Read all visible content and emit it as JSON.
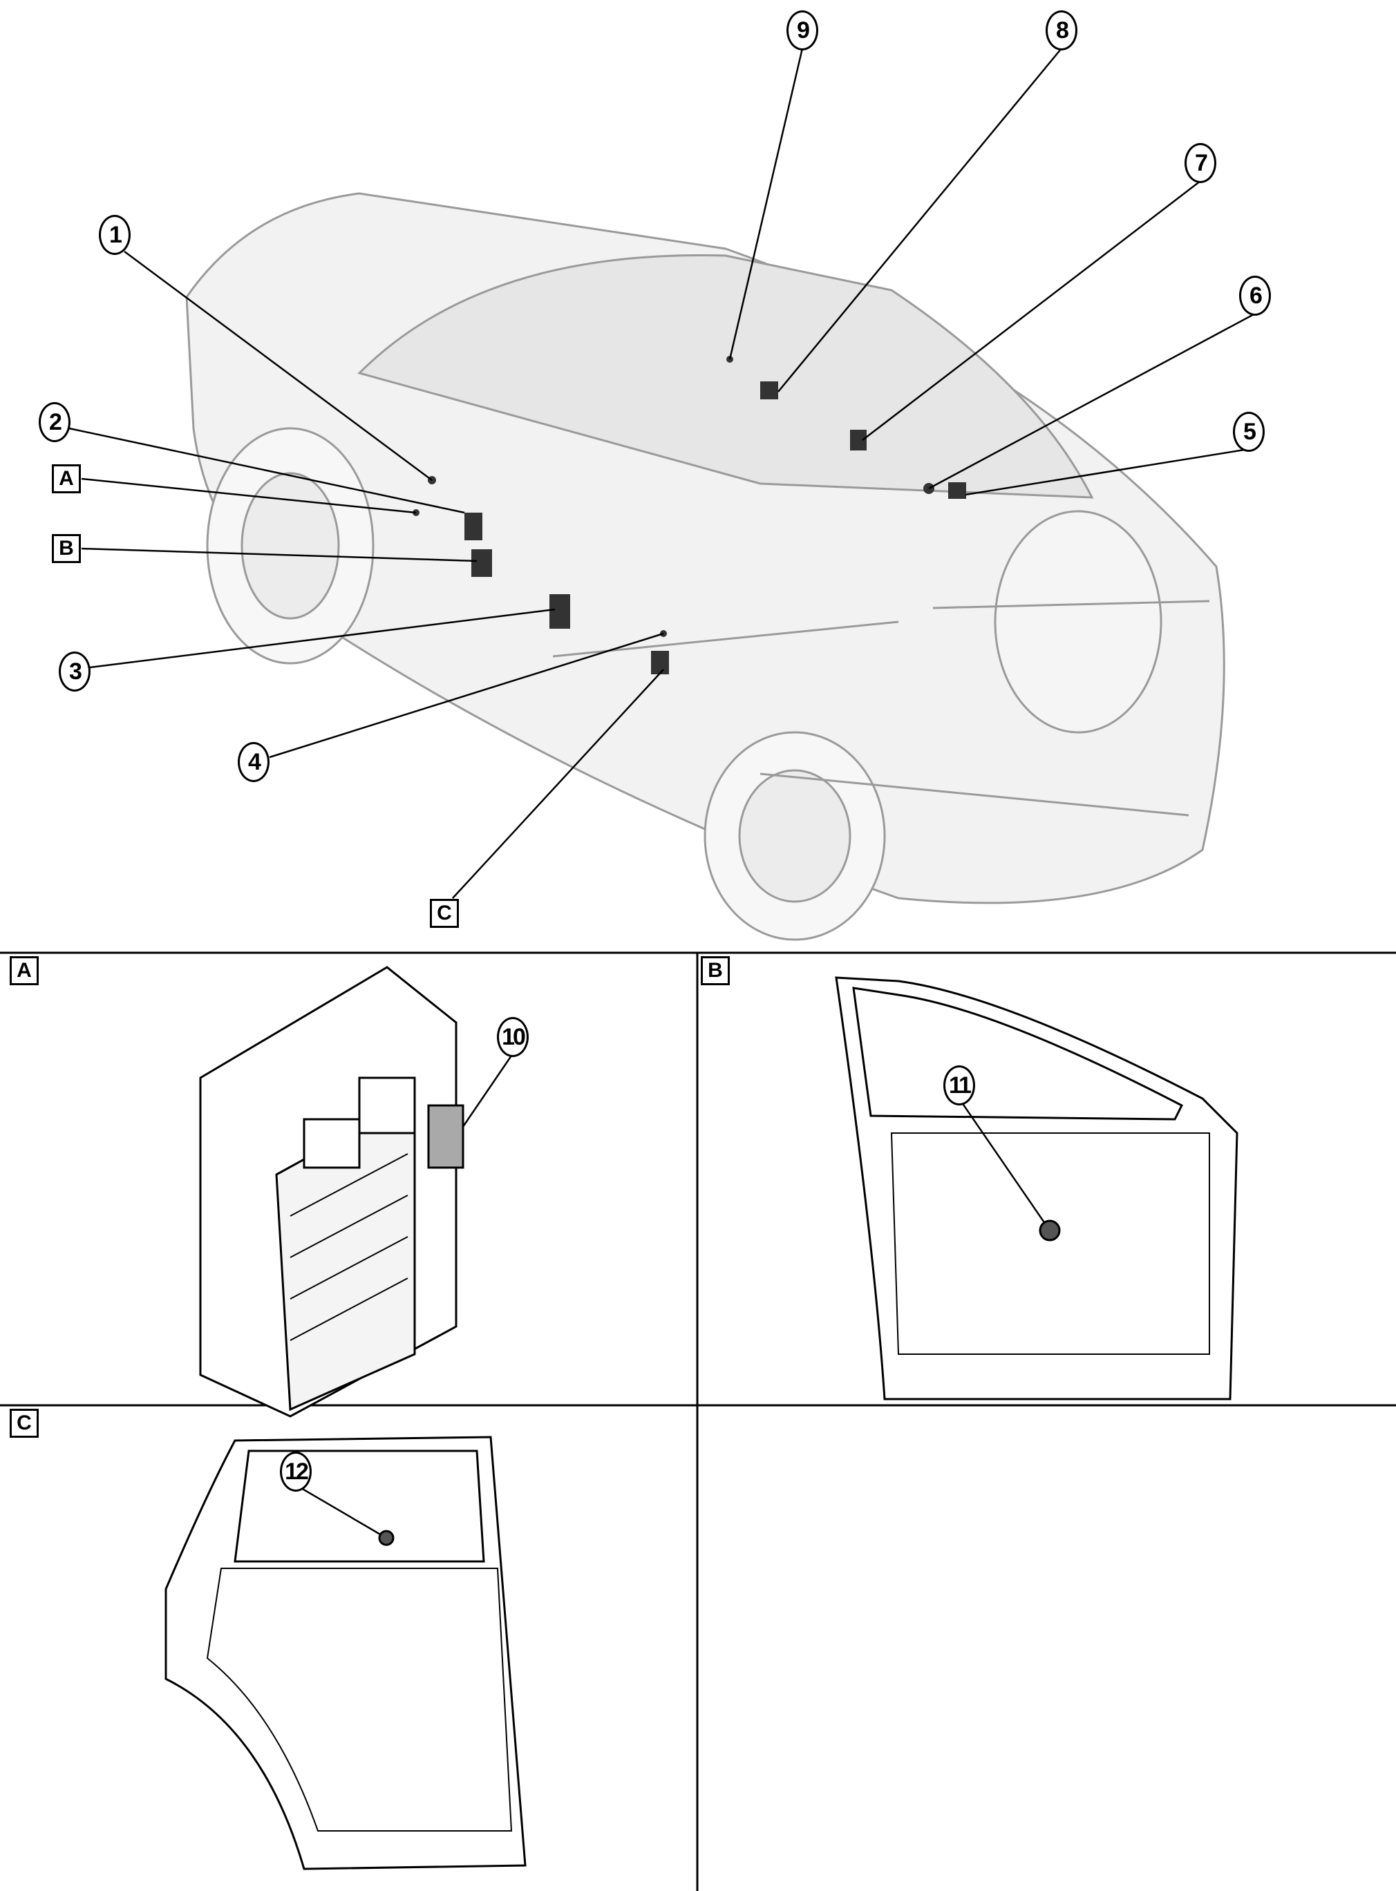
{
  "overview_callouts": [
    "1",
    "2",
    "3",
    "4",
    "5",
    "6",
    "7",
    "8",
    "9"
  ],
  "view_labels": {
    "a": "A",
    "b": "B",
    "c": "C"
  },
  "detail_callouts": {
    "a": "10",
    "b": "11",
    "c": "12"
  },
  "colors": {
    "line": "#000000",
    "car_ghost": "#c8c8c8",
    "highlight": "#a9a9a9"
  }
}
